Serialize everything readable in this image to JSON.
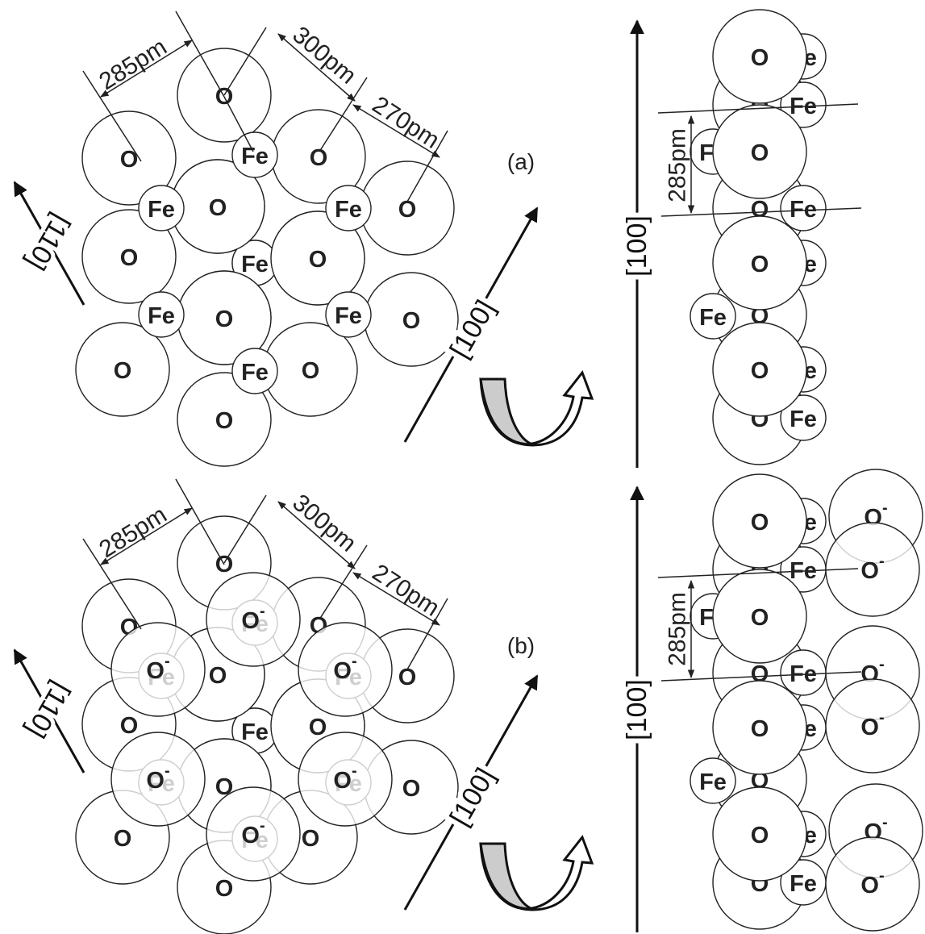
{
  "panels": [
    {
      "label": "(a)",
      "dim_285": "285pm",
      "dim_300": "300pm",
      "dim_270": "270pm",
      "axis_110": "[110]",
      "axis_100_oblique": "[100]",
      "axis_100_vertical": "[100]",
      "side_dim": "285pm"
    },
    {
      "label": "(b)",
      "dim_285": "285pm",
      "dim_300": "300pm",
      "dim_270": "270pm",
      "axis_110": "[110]",
      "axis_100_oblique": "[100]",
      "axis_100_vertical": "[100]",
      "side_dim": "285pm"
    }
  ],
  "atom_labels": {
    "oxygen": "O",
    "iron": "Fe",
    "oxygen_anion": "O",
    "anion_charge": "-"
  },
  "colors": {
    "rotation_arrow_fill": "#cccccc",
    "stroke": "#222222"
  }
}
